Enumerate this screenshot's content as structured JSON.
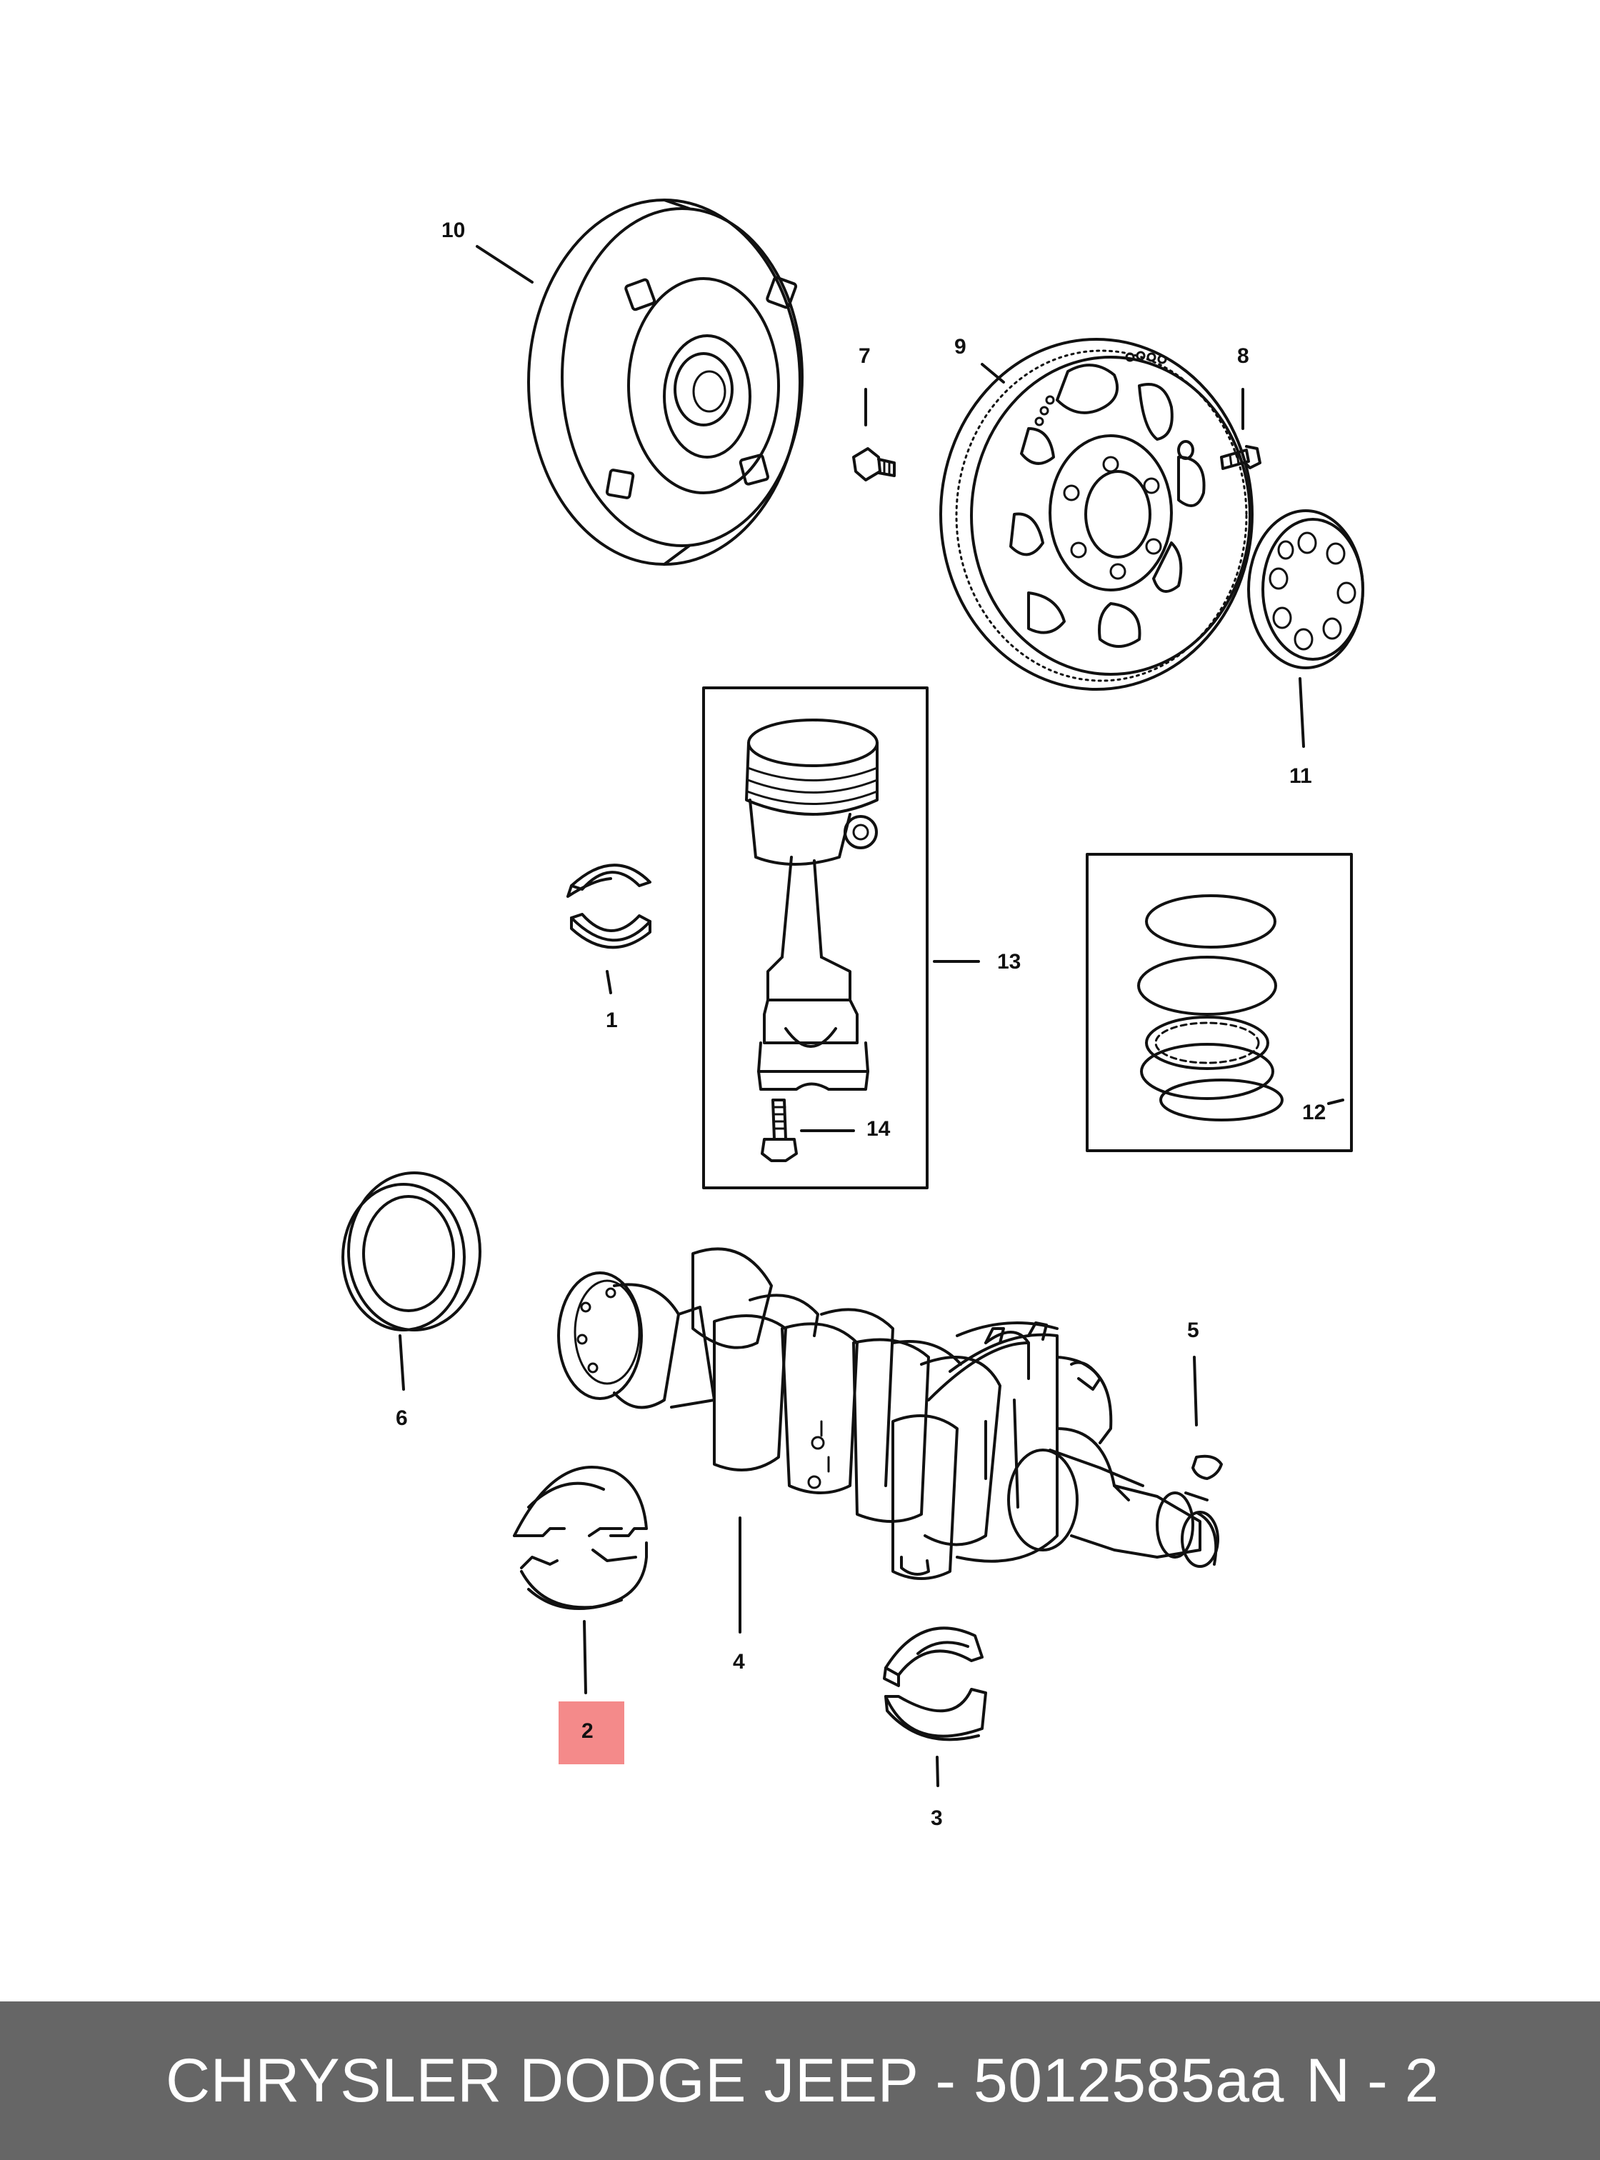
{
  "diagram": {
    "callouts": {
      "c1": "1",
      "c2": "2",
      "c3": "3",
      "c4": "4",
      "c5": "5",
      "c6": "6",
      "c7": "7",
      "c8": "8",
      "c9": "9",
      "c10": "10",
      "c11": "11",
      "c12": "12",
      "c13": "13",
      "c14": "14"
    },
    "highlighted_callout": "2",
    "colors": {
      "highlight": "#f48a8a",
      "line": "#111111",
      "footer_bg": "#666666",
      "footer_text": "#ffffff"
    }
  },
  "footer": {
    "text": "CHRYSLER DODGE JEEP - 5012585aa",
    "page": "N - 2"
  }
}
